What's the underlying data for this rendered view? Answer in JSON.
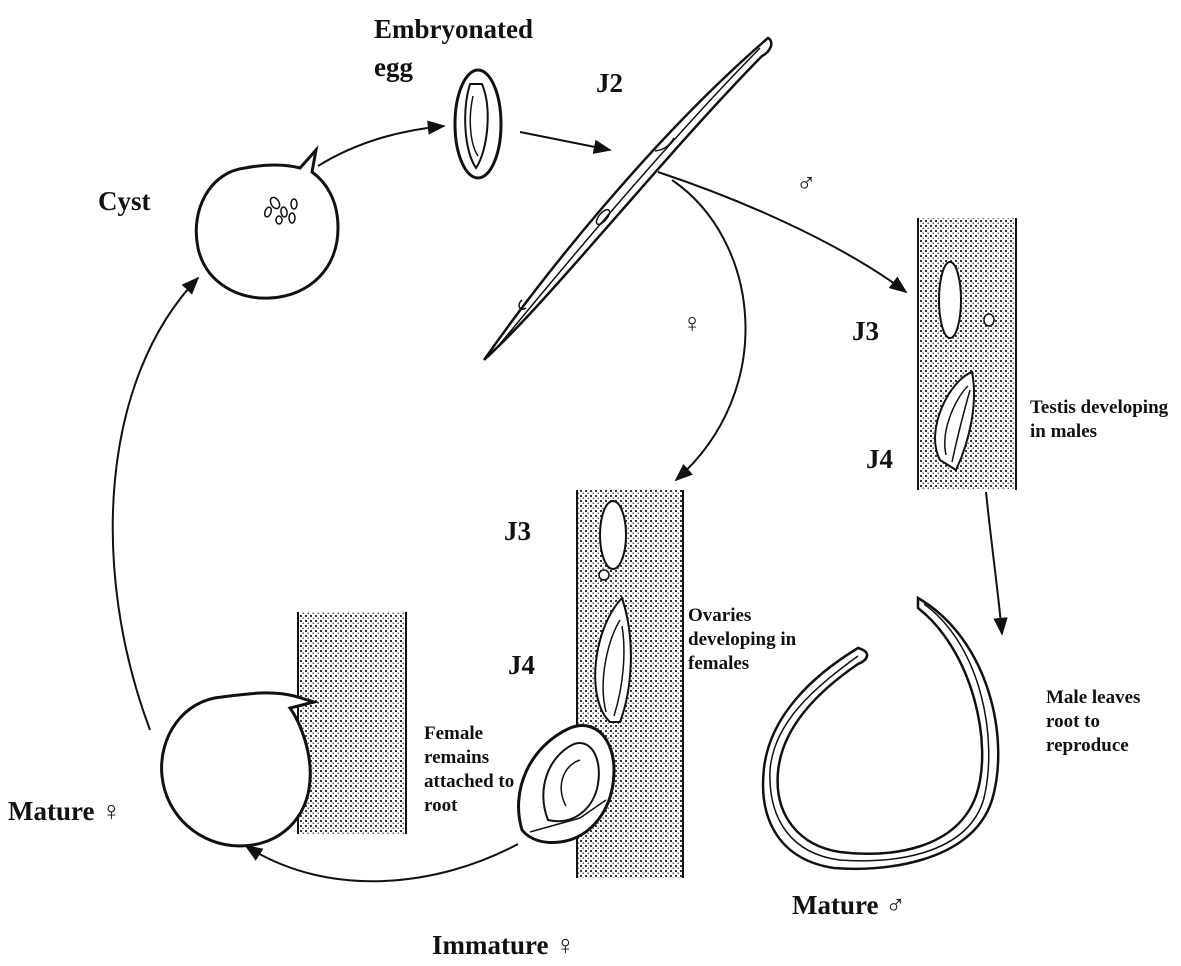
{
  "labels": {
    "embryonated_egg": "Embryonated egg",
    "j2": "J2",
    "cyst": "Cyst",
    "male_symbol": "♂",
    "female_symbol": "♀",
    "male_j3": "J3",
    "male_j4": "J4",
    "testis": "Testis developing in males",
    "female_j3": "J3",
    "female_j4": "J4",
    "ovaries": "Ovaries developing in females",
    "female_attached": "Female remains attached to root",
    "male_leaves": "Male leaves root to reproduce",
    "mature_female": "Mature ♀",
    "mature_male": "Mature ♂",
    "immature_female": "Immature ♀"
  }
}
